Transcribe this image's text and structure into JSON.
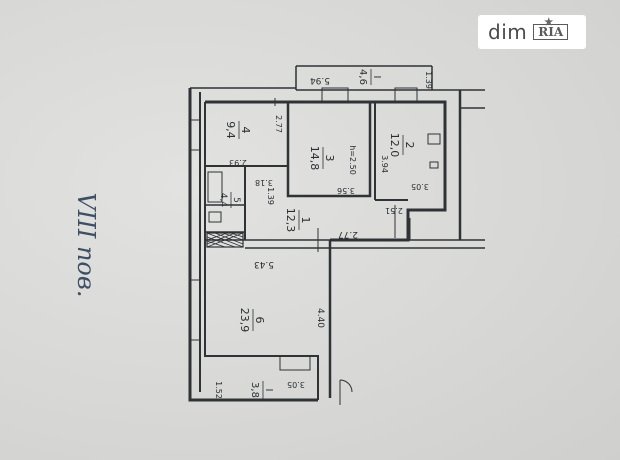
{
  "watermark": {
    "brand": "dim",
    "badge": "RIA",
    "badge_mark": "★"
  },
  "floor_label": "VIII пов.",
  "rooms": [
    {
      "number": "I",
      "area": "4,6"
    },
    {
      "number": "4",
      "area": "9,4"
    },
    {
      "number": "3",
      "area": "14,8"
    },
    {
      "number": "2",
      "area": "12,0"
    },
    {
      "number": "1",
      "area": "12,3"
    },
    {
      "number": "5",
      "area": "4,4"
    },
    {
      "number": "6",
      "area": "23,9"
    },
    {
      "number": "I",
      "area": "3,8"
    }
  ],
  "dimensions": {
    "d_594": "5.94",
    "d_139": "1.39",
    "d_277a": "2.77",
    "d_293": "2.93",
    "d_318": "3.18",
    "d_139b": "1.39",
    "d_356": "3.56",
    "d_h250": "h=2.50",
    "d_394": "3.94",
    "d_305": "3.05",
    "d_251": "2.51",
    "d_277b": "2.77",
    "d_543": "5.43",
    "d_440": "4.40",
    "d_152": "1.52",
    "d_305b": "3.05"
  },
  "colors": {
    "ink": "#2f3336",
    "handwriting": "#3d4f63",
    "paper": "#d9d9d7"
  }
}
